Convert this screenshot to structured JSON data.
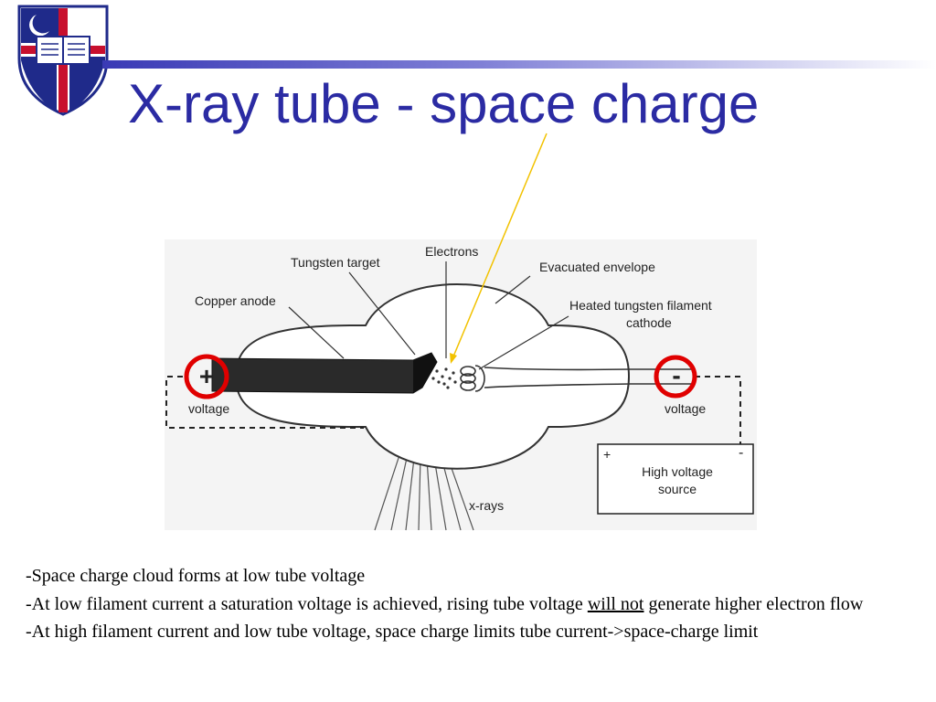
{
  "slide": {
    "title": "X-ray tube - space charge"
  },
  "colors": {
    "title": "#2b2ba3",
    "marker_circle": "#e00000",
    "pointer_arrow": "#f2c200",
    "crest_blue": "#1f2a8a",
    "crest_red": "#c8102e"
  },
  "diagram": {
    "labels": {
      "tungsten_target": "Tungsten target",
      "electrons": "Electrons",
      "evacuated_envelope": "Evacuated envelope",
      "copper_anode": "Copper anode",
      "heated_filament_line1": "Heated tungsten filament",
      "heated_filament_line2": "cathode",
      "plus_sign": "+",
      "minus_sign": "-",
      "voltage_left": "voltage",
      "voltage_right": "voltage",
      "source_plus": "+",
      "source_minus": "-",
      "high_voltage_line1": "High voltage",
      "high_voltage_line2": "source",
      "xrays": "x-rays"
    }
  },
  "notes": {
    "line1": "-Space charge cloud forms at low tube voltage",
    "line2_before": "-At low filament current a saturation voltage is achieved, rising tube voltage ",
    "line2_emphasis": "will not",
    "line2_after": " generate higher electron flow",
    "line3": "-At high filament current and low tube voltage, space charge limits tube current->space-charge limit"
  }
}
